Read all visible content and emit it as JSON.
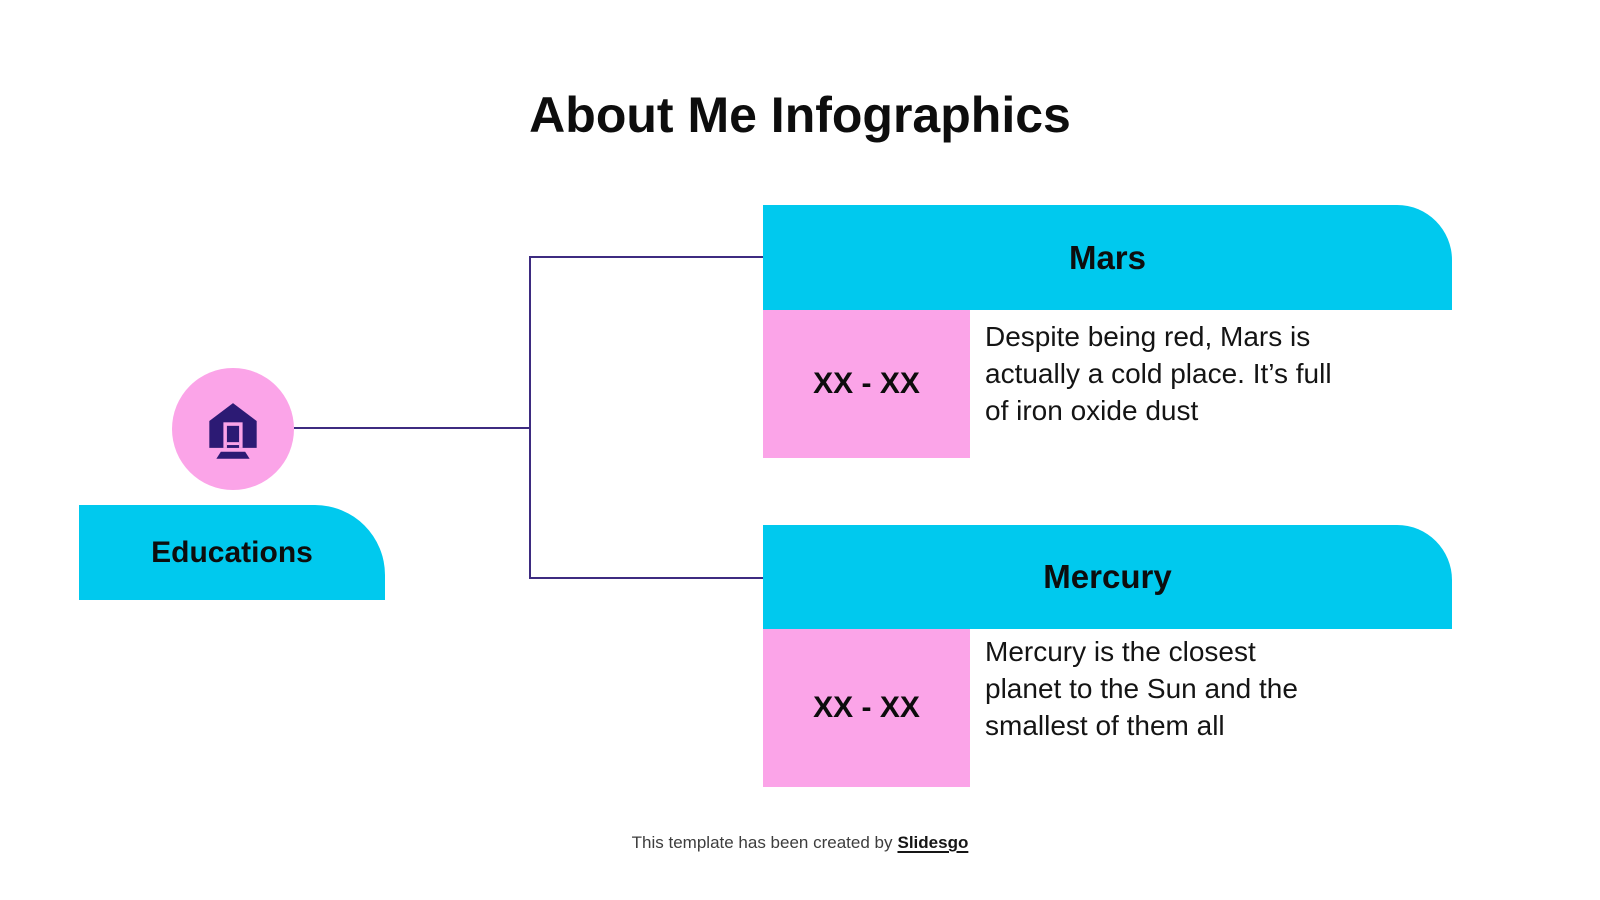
{
  "slide": {
    "title": "About Me Infographics",
    "footer": {
      "prefix": "This template has been created by",
      "brand": "Slidesgo"
    }
  },
  "category": {
    "label": "Educations",
    "icon": "school-building-icon"
  },
  "cards": [
    {
      "name": "Mars",
      "range": "XX - XX",
      "description_lines": [
        "Despite being red, Mars is",
        "actually a cold place. It’s full",
        "of iron oxide dust"
      ]
    },
    {
      "name": "Mercury",
      "range": "XX - XX",
      "description_lines": [
        "Mercury is the closest",
        "planet to the Sun and the",
        "smallest of them all"
      ]
    }
  ],
  "colors": {
    "cyan": "#00C9EE",
    "pink": "#FBA4E8",
    "indigo": "#2C1A74",
    "connector": "#3D2B80",
    "text_dark": "#0D0D0D",
    "footer_gray": "#3D3D3D"
  }
}
